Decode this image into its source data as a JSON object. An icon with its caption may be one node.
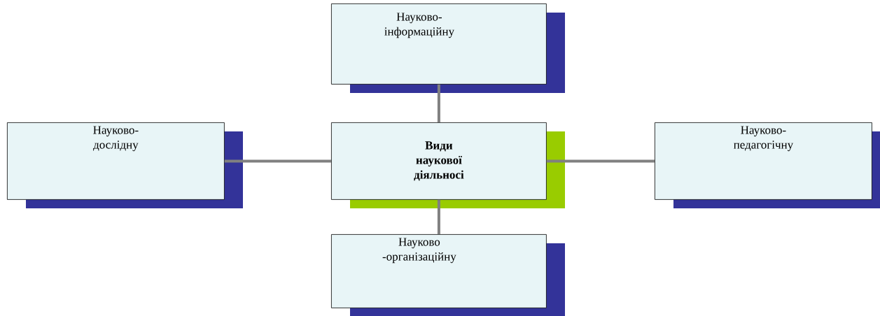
{
  "diagram": {
    "nodes": [
      {
        "text": [
          "Науково- інформаційну"
        ]
      },
      {
        "text": [
          "Науково- дослідну"
        ]
      },
      {
        "text": [
          "**Види наукової діяльносі**"
        ]
      },
      {
        "text": [
          "Науково- педагогічну"
        ]
      },
      {
        "text": [
          "Науково -організаційну"
        ]
      }
    ],
    "edges": [
      {
        "from": 2,
        "to": 0,
        "arrow": "none"
      },
      {
        "from": 2,
        "to": 1,
        "arrow": "none"
      },
      {
        "from": 2,
        "to": 3,
        "arrow": "none"
      },
      {
        "from": 2,
        "to": 4,
        "arrow": "none"
      }
    ]
  }
}
